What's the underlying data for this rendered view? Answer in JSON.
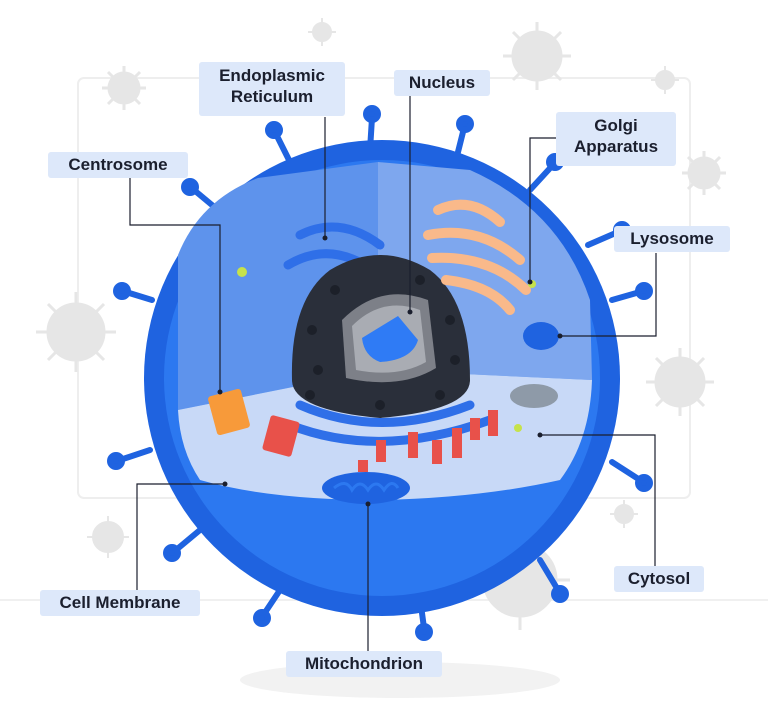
{
  "labels": {
    "endoplasmic_reticulum_line1": "Endoplasmic",
    "endoplasmic_reticulum_line2": "Reticulum",
    "nucleus": "Nucleus",
    "golgi_line1": "Golgi",
    "golgi_line2": "Apparatus",
    "centrosome": "Centrosome",
    "lysosome": "Lysosome",
    "cytosol": "Cytosol",
    "cell_membrane": "Cell Membrane",
    "mitochondrion": "Mitochondrion"
  },
  "colors": {
    "cell_outer": "#1f63e0",
    "cell_inner": "#2c78f0",
    "cutaway_floor": "#c8d9f7",
    "cutaway_wall": "#7ea7ee",
    "nucleus_dark": "#2a2f3a",
    "nucleolus": "#2f7bf5",
    "golgi": "#f9b98a",
    "ribosome_red": "#e8514a",
    "centrosome_orange": "#f79a3a",
    "label_bg": "#dde8fa",
    "virus_grey": "#e4e4e4",
    "leader_line": "#1b1f2e"
  }
}
